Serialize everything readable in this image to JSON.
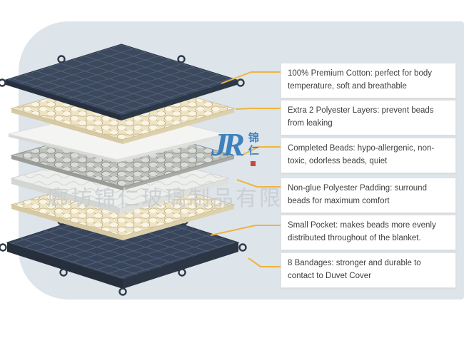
{
  "colors": {
    "panel_background": "#dde4ea",
    "connector_line": "#eeb53e",
    "cover_fabric_navy": "#3c485c",
    "bead_layer_cream": "#eee3c4",
    "completed_beads_gray": "#bfc1bd",
    "logo_blue": "#2e77b8",
    "watermark_gray": "#c7cdd2"
  },
  "watermark": {
    "logo_initials": "JR",
    "logo_cn": "锦仁",
    "company": "廊坊锦仁玻璃制品有限公司"
  },
  "callouts": [
    {
      "id": "premium-cotton",
      "text": "100% Premium Cotton: perfect for body temperature, soft and breathable"
    },
    {
      "id": "extra-polyester-layers",
      "text": "Extra 2 Polyester Layers: prevent beads from leaking"
    },
    {
      "id": "completed-beads",
      "text": "Completed Beads: hypo-allergenic, non-toxic, odorless beads, quiet"
    },
    {
      "id": "non-glue-polyester-padding",
      "text": "Non-glue Polyester Padding: surround beads for maximum comfort"
    },
    {
      "id": "small-pocket",
      "text": "Small Pocket: makes beads more evenly distributed throughout of the blanket."
    },
    {
      "id": "bandages",
      "text": "8  Bandages: stronger and durable to contact to Duvet Cover"
    }
  ]
}
